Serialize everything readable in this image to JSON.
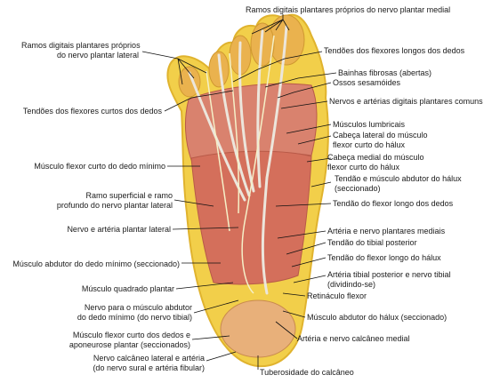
{
  "labels": {
    "l1": "Ramos digitais plantares próprios do nervo plantar medial",
    "l2": "Ramos digitais plantares próprios",
    "l2b": "do nervo plantar lateral",
    "l3": "Tendões dos flexores longos dos dedos",
    "l4": "Bainhas fibrosas (abertas)",
    "l5": "Ossos sesamóides",
    "l6": "Nervos e artérias digitais plantares comuns",
    "l7": "Tendões dos flexores curtos dos dedos",
    "l8": "Músculos lumbricais",
    "l9": "Cabeça lateral do músculo",
    "l9b": "flexor curto do hálux",
    "l10": "Cabeça medial do músculo",
    "l10b": "flexor curto do hálux",
    "l11": "Músculo flexor curto do dedo mínimo",
    "l12": "Tendão e músculo abdutor do hálux",
    "l12b": "(seccionado)",
    "l13": "Ramo superficial e ramo",
    "l13b": "profundo do nervo plantar lateral",
    "l14": "Tendão do flexor longo dos dedos",
    "l15": "Nervo e artéria plantar lateral",
    "l16": "Artéria e nervo plantares mediais",
    "l17": "Tendão do tibial posterior",
    "l18": "Músculo abdutor do dedo mínimo (seccionado)",
    "l19": "Tendão do flexor longo do hálux",
    "l20": "Artéria tibial posterior e nervo tibial",
    "l20b": "(dividindo-se)",
    "l21": "Músculo quadrado plantar",
    "l22": "Retináculo flexor",
    "l23": "Nervo para o músculo abdutor",
    "l23b": "do dedo mínimo (do nervo tibial)",
    "l24": "Músculo abdutor do hálux (seccionado)",
    "l25": "Músculo flexor curto dos dedos e",
    "l25b": "aponeurose plantar (seccionados)",
    "l26": "Artéria e nervo calcâneo medial",
    "l27": "Nervo calcâneo lateral e artéria",
    "l27b": "(do nervo sural e artéria fibular)",
    "l28": "Tuberosidade do calcâneo"
  },
  "colors": {
    "fat": "#f2cf4a",
    "fat_dark": "#e0b32e",
    "muscle": "#d9826e",
    "muscle_dark": "#b85a48",
    "tendon": "#ece6dc",
    "heel": "#e8b07a",
    "leader": "#111111"
  }
}
